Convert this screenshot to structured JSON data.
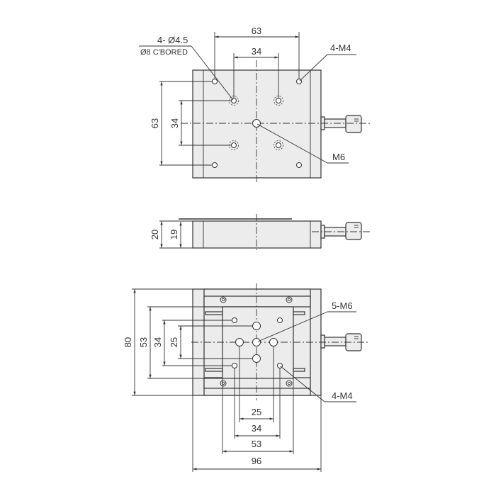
{
  "top_view": {
    "dims": {
      "outer_h": "63",
      "inner_h": "34",
      "outer_v": "63",
      "inner_v": "34"
    },
    "labels": {
      "cbore_1": "4- Ø4.5",
      "cbore_2": "Ø8 C'BORED",
      "tapped": "4-M4",
      "center": "M6"
    }
  },
  "side_view": {
    "dims": {
      "total": "20",
      "body": "19"
    }
  },
  "bottom_view": {
    "dims": {
      "v80": "80",
      "v53": "53",
      "v34": "34",
      "v25": "25",
      "h25": "25",
      "h34": "34",
      "h53": "53",
      "h96": "96"
    },
    "labels": {
      "m6": "5-M6",
      "m4": "4-M4"
    }
  },
  "colors": {
    "body": "#ececec",
    "line": "#333333"
  }
}
